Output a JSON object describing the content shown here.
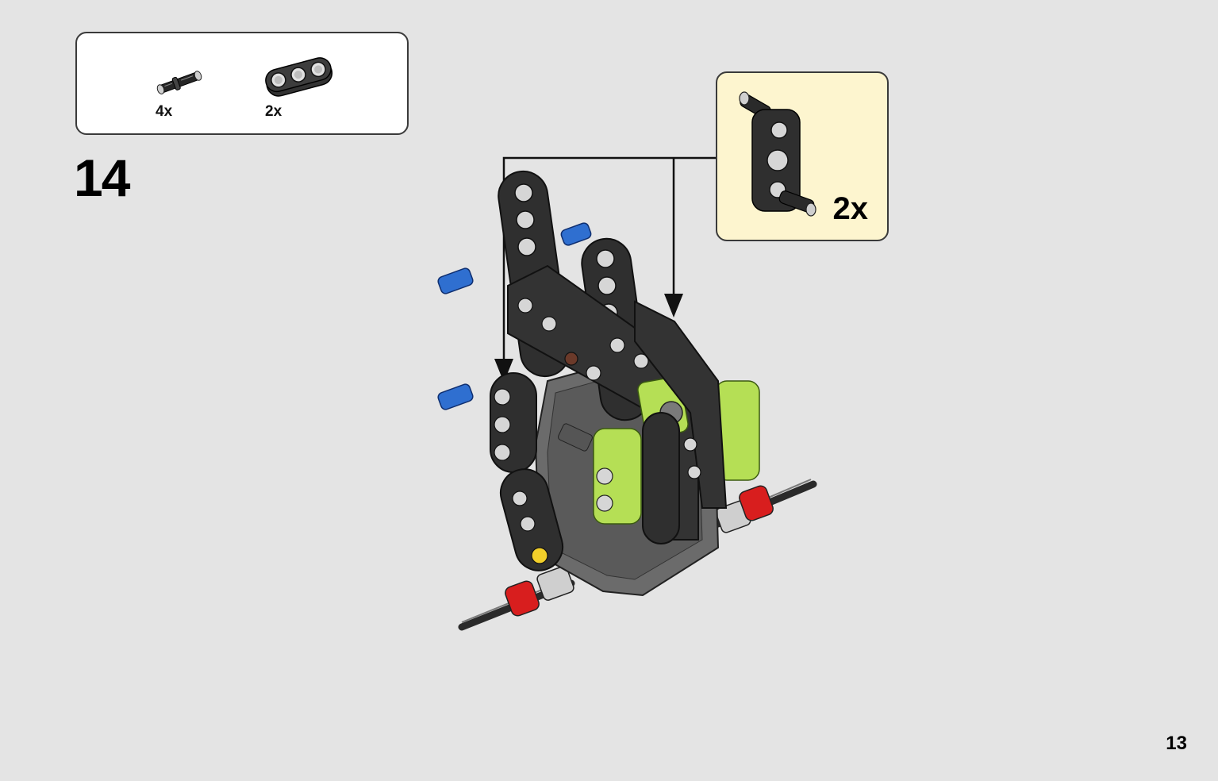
{
  "parts_list": {
    "items": [
      {
        "icon": "pin-icon",
        "quantity": "4x"
      },
      {
        "icon": "beam-3-icon",
        "quantity": "2x"
      }
    ]
  },
  "step": {
    "number": "14"
  },
  "callout": {
    "icon": "angled-beam-icon",
    "quantity": "2x"
  },
  "page": {
    "number": "13"
  },
  "colors": {
    "background": "#e4e4e4",
    "callout_background": "#fdf5cf",
    "beam_dark": "#2f2f2f",
    "lime": "#b5df55",
    "pin_blue": "#2f6fd0",
    "bush_red": "#d81e1e"
  }
}
